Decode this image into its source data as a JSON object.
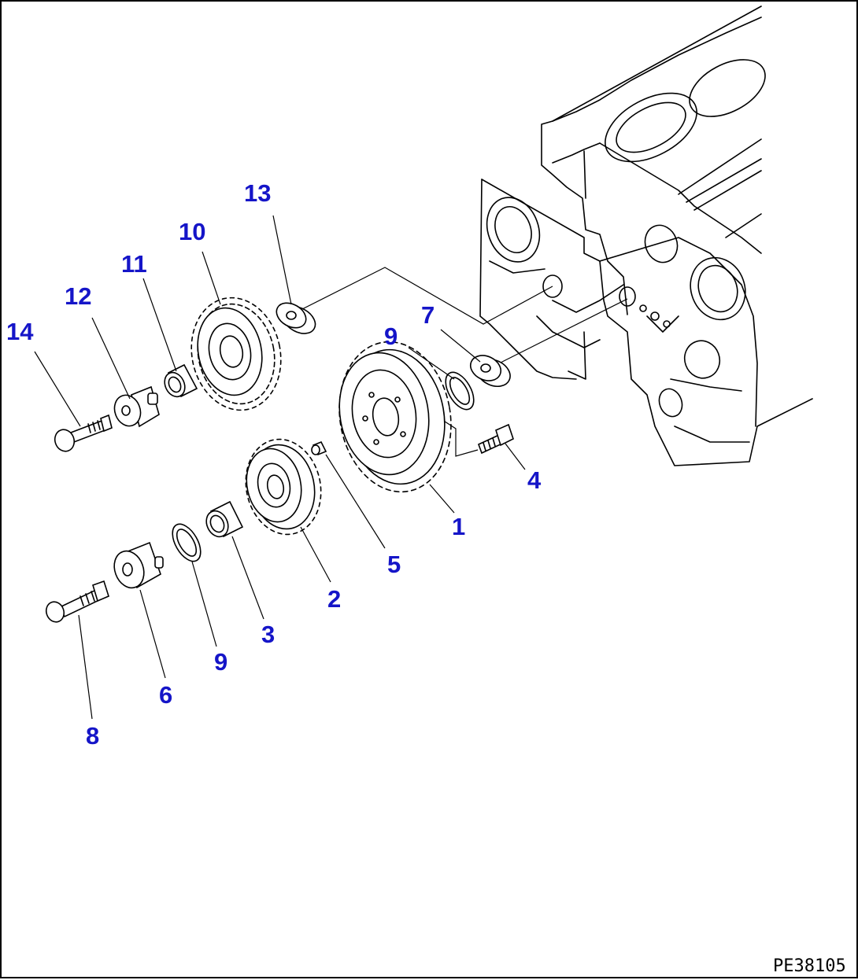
{
  "drawing_code": "PE38105",
  "colors": {
    "callout": "#1515c8",
    "line": "#000000",
    "background": "#ffffff"
  },
  "callouts": [
    {
      "id": "c1",
      "label": "1"
    },
    {
      "id": "c2",
      "label": "2"
    },
    {
      "id": "c3",
      "label": "3"
    },
    {
      "id": "c4",
      "label": "4"
    },
    {
      "id": "c5",
      "label": "5"
    },
    {
      "id": "c6",
      "label": "6"
    },
    {
      "id": "c7",
      "label": "7"
    },
    {
      "id": "c8",
      "label": "8"
    },
    {
      "id": "c9a",
      "label": "9"
    },
    {
      "id": "c9b",
      "label": "9"
    },
    {
      "id": "c10",
      "label": "10"
    },
    {
      "id": "c11",
      "label": "11"
    },
    {
      "id": "c12",
      "label": "12"
    },
    {
      "id": "c13",
      "label": "13"
    },
    {
      "id": "c14",
      "label": "14"
    }
  ]
}
